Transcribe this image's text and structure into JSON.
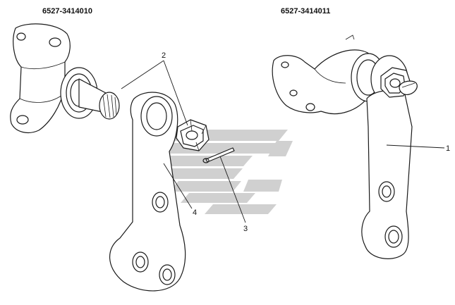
{
  "assemblies": {
    "left_code": "6527-3414010",
    "right_code": "6527-3414011"
  },
  "callouts": [
    {
      "number": "1"
    },
    {
      "number": "2"
    },
    {
      "number": "3"
    },
    {
      "number": "4"
    }
  ],
  "watermark": {
    "color": "#c8c8c8"
  }
}
